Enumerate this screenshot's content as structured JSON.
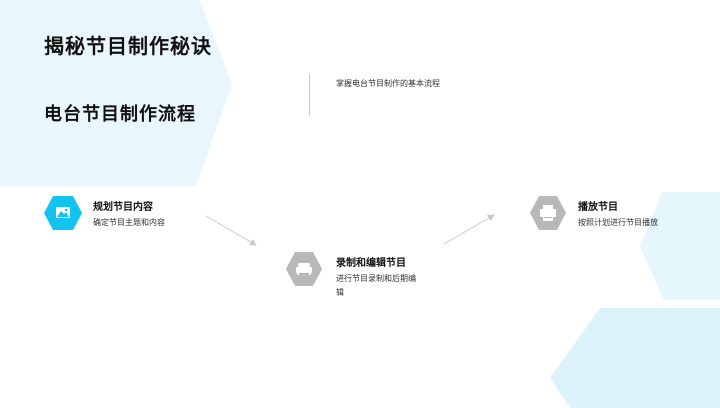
{
  "header": {
    "title": "揭秘节目制作秘诀",
    "subtitle": "电台节目制作流程"
  },
  "intro": {
    "text": "掌握电台节目制作的基本流程"
  },
  "steps": [
    {
      "title": "规划节目内容",
      "desc": "确定节目主题和内容",
      "icon": "image-icon",
      "color": "#12c3f0"
    },
    {
      "title": "录制和编辑节目",
      "desc": "进行节目录制和后期编辑",
      "icon": "sofa-icon",
      "color": "#b8b8b8"
    },
    {
      "title": "播放节目",
      "desc": "按照计划进行节目播放",
      "icon": "printer-icon",
      "color": "#b8b8b8"
    }
  ],
  "colors": {
    "accent": "#12c3f0",
    "background_shape": "#e9f7fd",
    "background_shape_2": "#ddf3fc",
    "muted_icon": "#b8b8b8"
  }
}
